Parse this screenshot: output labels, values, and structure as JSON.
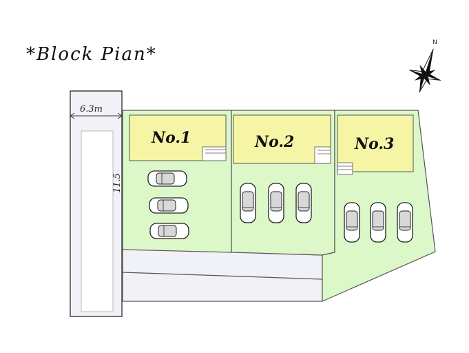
{
  "title": "*Block Pian*",
  "compass": {
    "north_label": "N"
  },
  "road": {
    "width_label": "6.3m",
    "length_label": "11.5"
  },
  "lots": [
    {
      "label": "No.1",
      "cars": 3,
      "parking": "parallel"
    },
    {
      "label": "No.2",
      "cars": 3,
      "parking": "perpendicular"
    },
    {
      "label": "No.3",
      "cars": 3,
      "parking": "perpendicular"
    }
  ],
  "colors": {
    "lot_fill": "#dcf7c8",
    "house_fill": "#f6f5a6",
    "road_fill": "#f1f2f7",
    "outline": "#555555"
  }
}
